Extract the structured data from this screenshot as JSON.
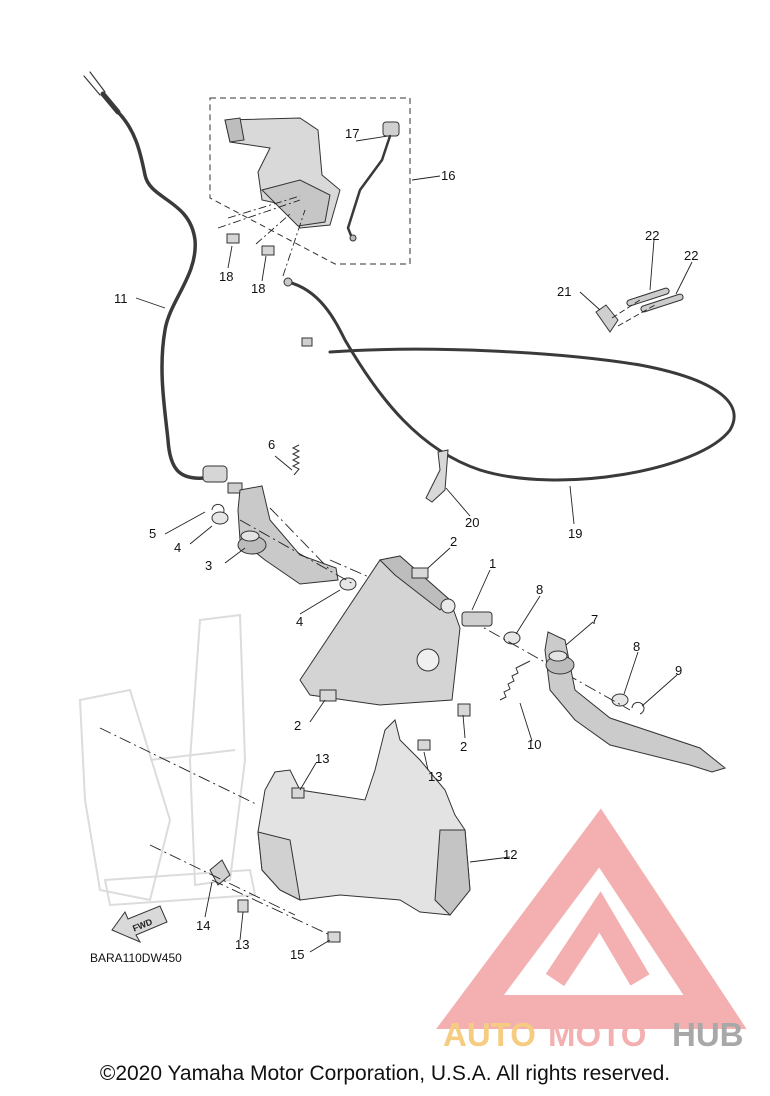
{
  "diagram_code": "BARA110DW450",
  "fwd_label": "FWD",
  "callouts": {
    "c1": "1",
    "c2a": "2",
    "c2b": "2",
    "c2c": "2",
    "c3": "3",
    "c4a": "4",
    "c4b": "4",
    "c5": "5",
    "c6": "6",
    "c7": "7",
    "c8a": "8",
    "c8b": "8",
    "c9": "9",
    "c10": "10",
    "c11": "11",
    "c12": "12",
    "c13a": "13",
    "c13b": "13",
    "c13c": "13",
    "c14": "14",
    "c15": "15",
    "c16": "16",
    "c17": "17",
    "c18a": "18",
    "c18b": "18",
    "c19": "19",
    "c20": "20",
    "c21": "21",
    "c22a": "22",
    "c22b": "22"
  },
  "watermark": {
    "part1": "AUTO",
    "part2": "MOTO",
    "part3": "HUB",
    "color1": "#f4c46c",
    "color2": "#f3a3a3",
    "color3": "#9a9a9a"
  },
  "copyright": "©2020 Yamaha Motor Corporation, U.S.A. All rights reserved."
}
